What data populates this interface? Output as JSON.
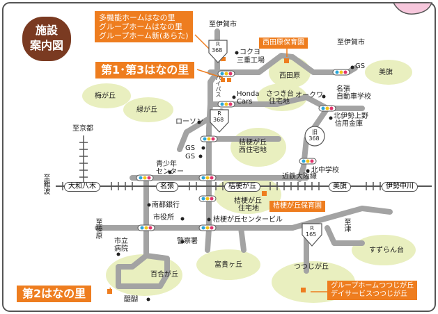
{
  "title": [
    "施設",
    "案内図"
  ],
  "callouts": {
    "hananosato_top": [
      "多機能ホームはなの里",
      "グループホームはなの里",
      "グループホーム新(あらた)"
    ],
    "hananosato_13": "第1･第3はなの里",
    "hananosato_2": "第2はなの里",
    "tsutsujigaoka": [
      "グループホームつつじが丘",
      "デイサービスつつじが丘"
    ],
    "nishitawara_hoikuen": "西田原保育園",
    "kikyogaoka_hoikuen": "桔梗が丘保育園"
  },
  "areas": {
    "umegaoka": "梅が丘",
    "midorigaoka": "緑が丘",
    "nishitawara": "西田原",
    "satsukidai": [
      "さつき台",
      "住宅地"
    ],
    "bisei": "美旗",
    "kikyogaoka_nishi": [
      "桔梗が丘",
      "西住宅地"
    ],
    "kikyogaoka_jutaku": [
      "桔梗が丘",
      "住宅地"
    ],
    "tomikigaoka": "富貴ヶ丘",
    "yurigaoka": "百合が丘",
    "suzurandai": "すずらん台",
    "tsutsujigaoka": "つつじが丘"
  },
  "places": {
    "to_iga_north": "至伊賀市",
    "to_iga_east": "至伊賀市",
    "to_kyoto": "至京都",
    "to_nanba": "至難波",
    "to_haibara": "至榛原",
    "to_tsu": "至津",
    "kokuyo": "コクヨ",
    "mie_kojo": "三重工場",
    "honda_cars": [
      "Honda",
      "Cars"
    ],
    "okuwa": "オークワ",
    "nabari_school": [
      "名張",
      "自動車学校"
    ],
    "kitaiseueno": [
      "北伊勢上野",
      "信用金庫"
    ],
    "lawson": "ローソン",
    "gs_east": "GS",
    "gs_1": "GS",
    "gs_2": "GS",
    "youth_center": [
      "青少年",
      "センター"
    ],
    "kita_chugakko": "北中学校",
    "kintetsu": "近鉄大阪線",
    "nanto_bank": "南都銀行",
    "city_office": "市役所",
    "kikyogaoka_center": "桔梗が丘センタービル",
    "police": "警察署",
    "city_hospital": [
      "市立",
      "病院"
    ],
    "daigo": "醍醐",
    "bypass": "バイパス"
  },
  "stations": {
    "yamato_yagi": "大和八木",
    "nabari": "名張",
    "kikyogaoka": "桔梗が丘",
    "bisei_st": "美旗",
    "iga_kanbe": "伊勢中川"
  },
  "road_shields": {
    "r368_top": [
      "R",
      "368"
    ],
    "r368_mid": [
      "R",
      "368"
    ],
    "old368": [
      "旧",
      "368"
    ],
    "r165": [
      "R",
      "165"
    ]
  },
  "colors": {
    "road": "#a3a3a3",
    "area": "#e9efbf",
    "callout": "#ee7d1f",
    "title": "#7a3a21",
    "pink": "#f7c7dc"
  }
}
